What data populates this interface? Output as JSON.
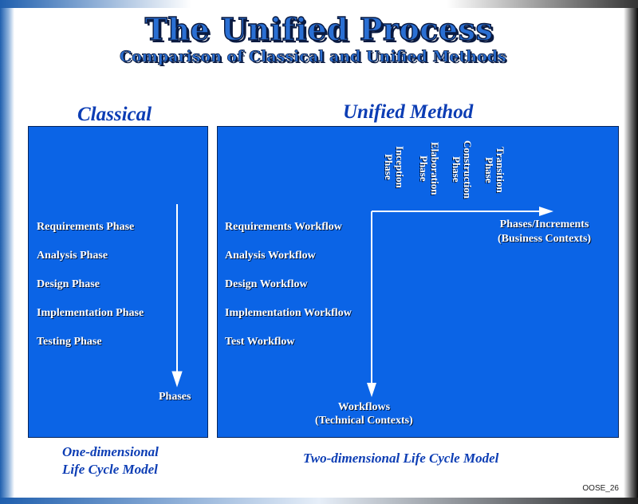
{
  "title": "The Unified Process",
  "subtitle": "Comparison of Classical and Unified Methods",
  "classical": {
    "heading": "Classical",
    "phases": [
      "Requirements Phase",
      "Analysis Phase",
      "Design Phase",
      "Implementation Phase",
      "Testing Phase"
    ],
    "axis_label": "Phases",
    "caption_line1": "One-dimensional",
    "caption_line2": "Life Cycle Model"
  },
  "unified": {
    "heading": "Unified Method",
    "workflows": [
      "Requirements Workflow",
      "Analysis Workflow",
      "Design Workflow",
      "Implementation Workflow",
      "Test Workflow"
    ],
    "phases": [
      {
        "line1": "Inception",
        "line2": "Phase"
      },
      {
        "line1": "Elaboration",
        "line2": "Phase"
      },
      {
        "line1": "Construction",
        "line2": "Phase"
      },
      {
        "line1": "Transition",
        "line2": "Phase"
      }
    ],
    "horizontal_axis_line1": "Phases/Increments",
    "horizontal_axis_line2": "(Business Contexts)",
    "vertical_axis_line1": "Workflows",
    "vertical_axis_line2": "(Technical Contexts)",
    "caption": "Two-dimensional Life Cycle Model"
  },
  "footer": {
    "slide_id": "OOSE_26"
  },
  "colors": {
    "panel": "#0b64e6",
    "heading": "#0c3db4",
    "title": "#2a6fd3"
  }
}
